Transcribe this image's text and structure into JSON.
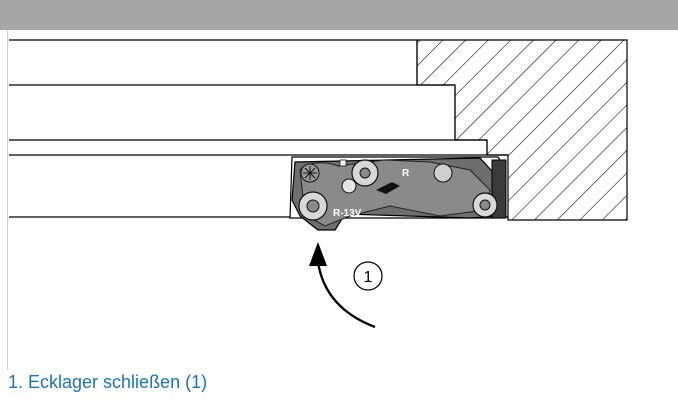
{
  "diagram": {
    "hardware_label_r": "R",
    "hardware_label_model": "R-13V",
    "callout_number": "1"
  },
  "instructions": {
    "step_1": "1. Ecklager schließen (1)"
  },
  "colors": {
    "header_bar": "#a6a6a6",
    "caption_text": "#1a73b8",
    "hardware_fill": "#6e6e6e",
    "line": "#000000"
  },
  "icons": {
    "rotation_arrow": "curved-arrow-up-icon",
    "callout": "numbered-callout-icon"
  }
}
